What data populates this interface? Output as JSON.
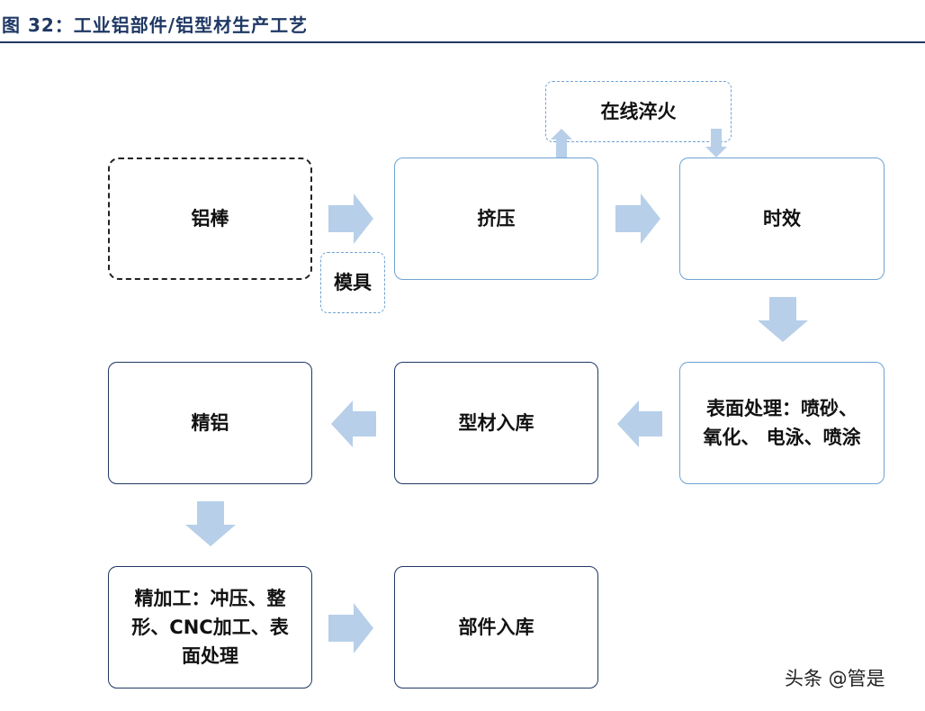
{
  "figure_title": "图 32：工业铝部件/铝型材生产工艺",
  "nodes": {
    "aluminum_rod": "铝棒",
    "mold": "模具",
    "extrusion": "挤压",
    "online_quench": "在线淬火",
    "aging": "时效",
    "surface_treatment_line1": "表面处理：喷砂、",
    "surface_treatment_line2": "氧化、 电泳、喷涂",
    "profile_storage": "型材入库",
    "refined_aluminum": "精铝",
    "finishing_line1": "精加工：冲压、整",
    "finishing_line2": "形、CNC加工、表",
    "finishing_line3": "面处理",
    "parts_storage": "部件入库"
  },
  "watermark": "头条 @管是",
  "colors": {
    "title": "#1f3864",
    "dark_border": "#1f3864",
    "light_border": "#6fa3d2",
    "arrow_fill": "#b7cfe9"
  }
}
